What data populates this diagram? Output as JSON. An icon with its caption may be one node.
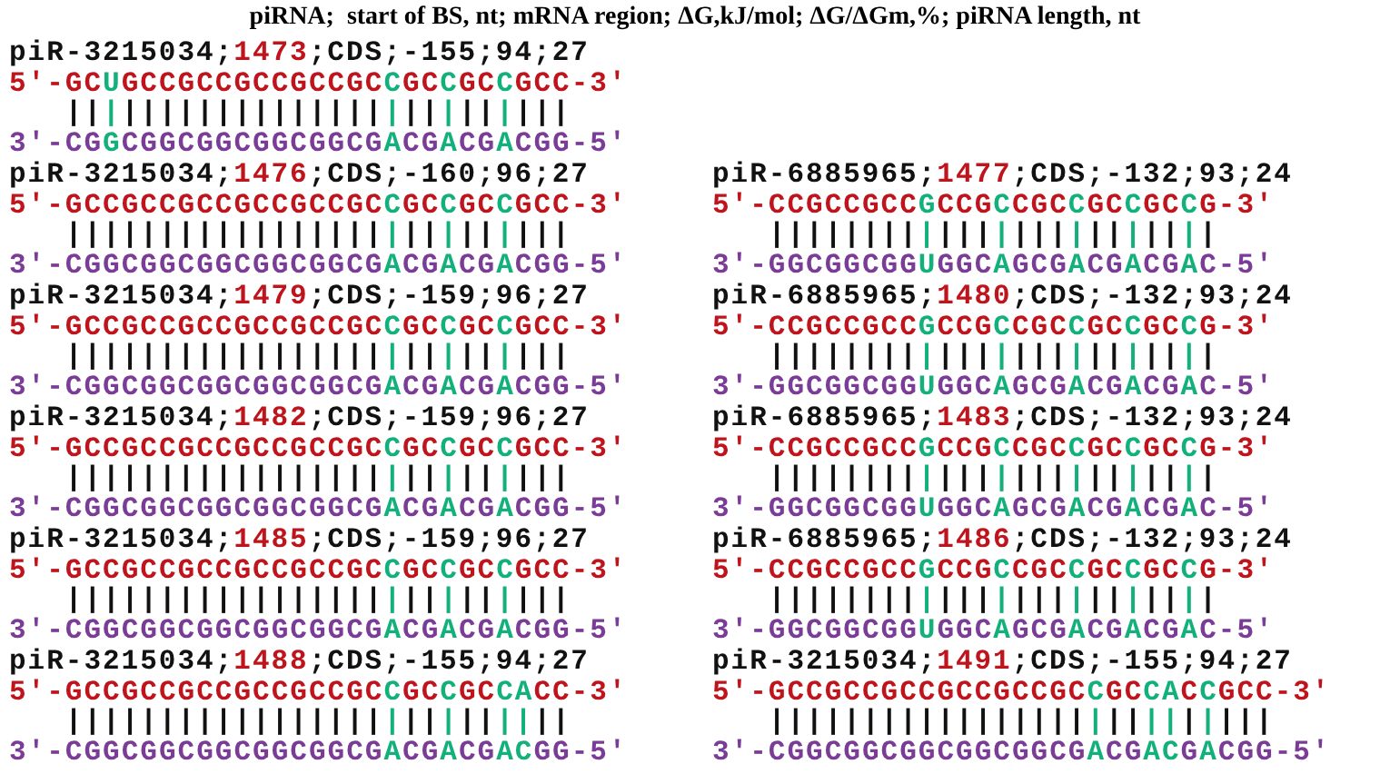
{
  "diagram": {
    "title": "piRNA;  start of BS, nt; mRNA region; ΔG,kJ/mol; ΔG/ΔGm,%; piRNA length, nt",
    "labels": [
      "piR-3215034;1473;CDS;-155;94;27",
      "5'-GCUGCCGCCGCCGCCGCCGCCGCCGCC-3'",
      "|||||||||||||||||||||||||||",
      "3'-CGGCGGCGGCGGCGGCGACGACGACGG-5'",
      "piR-3215034;1476;CDS;-160;96;27",
      "5'-GCCGCCGCCGCCGCCGCCGCCGCCGCC-3'",
      "|||||||||||||||||||||||||||",
      "3'-CGGCGGCGGCGGCGGCGACGACGACGG-5'",
      "piR-3215034;1479;CDS;-159;96;27",
      "5'-GCCGCCGCCGCCGCCGCCGCCGCCGCC-3'",
      "|||||||||||||||||||||||||||",
      "3'-CGGCGGCGGCGGCGGCGACGACGACGG-5'",
      "piR-3215034;1482;CDS;-159;96;27",
      "5'-GCCGCCGCCGCCGCCGCCGCCGCCGCC-3'",
      "|||||||||||||||||||||||||||",
      "3'-CGGCGGCGGCGGCGGCGACGACGACGG-5'",
      "piR-3215034;1485;CDS;-159;96;27",
      "5'-GCCGCCGCCGCCGCCGCCGCCGCCGCC-3'",
      "|||||||||||||||||||||||||||",
      "3'-CGGCGGCGGCGGCGGCGACGACGACGG-5'",
      "piR-3215034;1488;CDS;-155;94;27",
      "5'-GCCGCCGCCGCCGCCGCCGCCGCCACC-3'",
      "|||||||||||||||||||||||||||",
      "3'-CGGCGGCGGCGGCGGCGACGACGACGG-5'",
      "piR-6885965;1477;CDS;-132;93;24",
      "5'-CCGCCGCCGCCGCCGCCGCCGCCG-3'",
      "||||||||||||||||||||||||",
      "3'-GGCGGCGGUGGCAGCGACGACGAC-5'",
      "piR-6885965;1480;CDS;-132;93;24",
      "5'-CCGCCGCCGCCGCCGCCGCCGCCG-3'",
      "||||||||||||||||||||||||",
      "3'-GGCGGCGGUGGCAGCGACGACGAC-5'",
      "piR-6885965;1483;CDS;-132;93;24",
      "5'-CCGCCGCCGCCGCCGCCGCCGCCG-3'",
      "||||||||||||||||||||||||",
      "3'-GGCGGCGGUGGCAGCGACGACGAC-5'",
      "piR-6885965;1486;CDS;-132;93;24",
      "5'-CCGCCGCCGCCGCCGCCGCCGCCG-3'",
      "||||||||||||||||||||||||",
      "3'-GGCGGCGGUGGCAGCGACGACGAC-5'",
      "piR-3215034;1491;CDS;-155;94;27",
      "5'-GCCGCCGCCGCCGCCGCCGCCACCGCC-3'",
      "|||||||||||||||||||||||||||",
      "3'-CGGCGGCGGCGGCGGCGACGACGACGG-5'"
    ]
  }
}
